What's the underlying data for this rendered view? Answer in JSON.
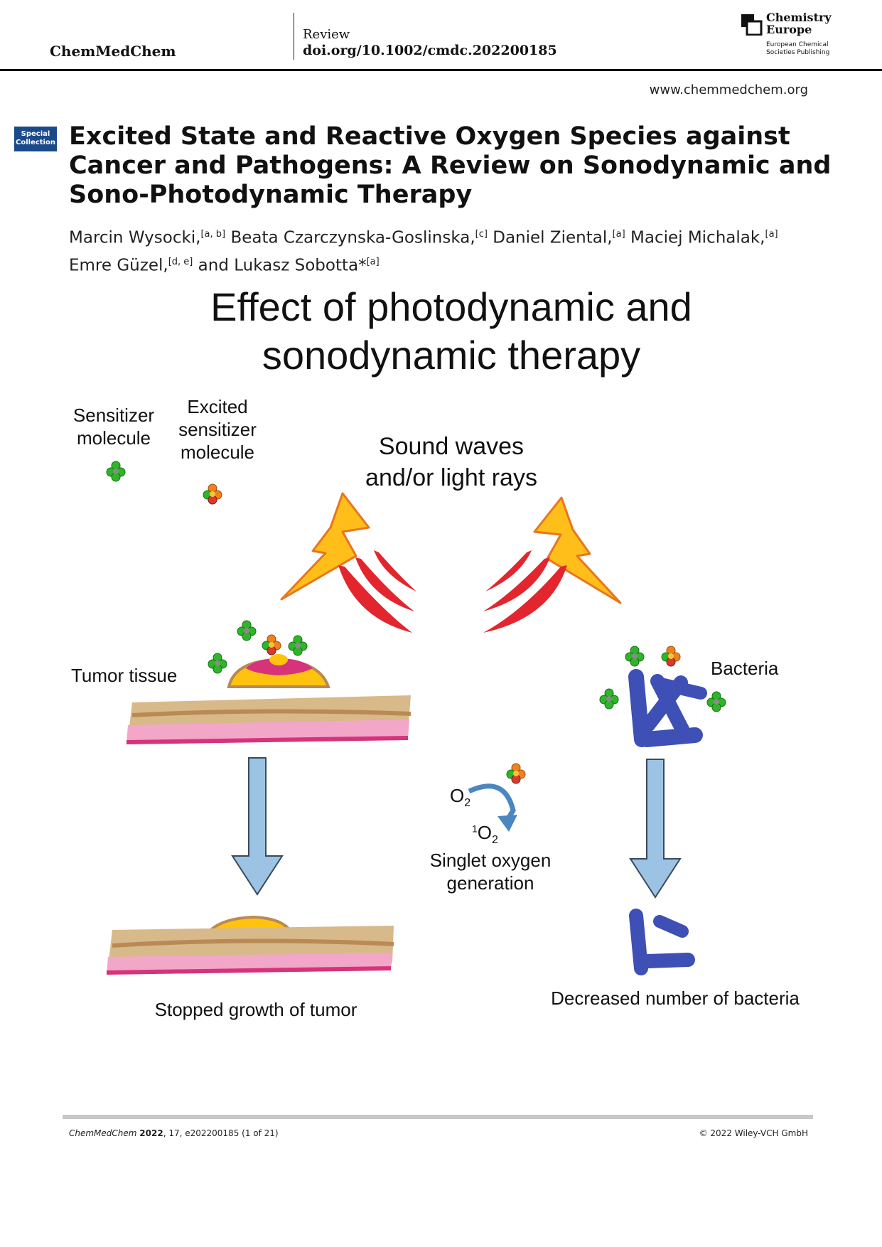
{
  "header": {
    "journal": "ChemMedChem",
    "article_type": "Review",
    "doi": "doi.org/10.1002/cmdc.202200185",
    "publisher_title_line1": "Chemistry",
    "publisher_title_line2": "Europe",
    "publisher_sub_line1": "European Chemical",
    "publisher_sub_line2": "Societies Publishing",
    "website": "www.chemmedchem.org"
  },
  "badge": {
    "line1": "Special",
    "line2": "Collection"
  },
  "article": {
    "title": "Excited State and Reactive Oxygen Species against Cancer and Pathogens: A Review on Sonodynamic and Sono-Photodynamic Therapy",
    "authors": [
      {
        "name": "Marcin Wysocki,",
        "aff": "[a, b]"
      },
      {
        "name": "Beata Czarczynska-Goslinska,",
        "aff": "[c]"
      },
      {
        "name": "Daniel Ziental,",
        "aff": "[a]"
      },
      {
        "name": "Maciej Michalak,",
        "aff": "[a]"
      },
      {
        "name": "Emre Güzel,",
        "aff": "[d, e]"
      },
      {
        "name": "and Lukasz Sobotta*",
        "aff": "[a]"
      }
    ]
  },
  "figure": {
    "title_line1": "Effect of photodynamic and",
    "title_line2": "sonodynamic therapy",
    "sensitizer_line1": "Sensitizer",
    "sensitizer_line2": "molecule",
    "excited_line1": "Excited",
    "excited_line2": "sensitizer",
    "excited_line3": "molecule",
    "sound_line1": "Sound waves",
    "sound_line2": "and/or light rays",
    "tumor_tissue": "Tumor tissue",
    "bacteria": "Bacteria",
    "o2": "O",
    "o2_sub": "2",
    "singlet_sup": "1",
    "singlet_o": "O",
    "singlet_sub": "2",
    "singlet_line1": "Singlet oxygen",
    "singlet_line2": "generation",
    "stopped_growth": "Stopped growth of tumor",
    "decreased_bacteria": "Decreased number of bacteria",
    "colors": {
      "tissue_top": "#d8b98a",
      "tissue_line": "#b98a55",
      "tissue_pink": "#f2a6c8",
      "tissue_magenta": "#d6337a",
      "tumor_yellow": "#ffc20e",
      "tumor_magenta": "#d6337a",
      "arrow_blue": "#9cc3e4",
      "bacteria_blue": "#3e4fb5",
      "bolt_yellow": "#ffbe1a",
      "bolt_orange": "#e8761c",
      "wave_red": "#e3262d",
      "molecule_green": "#2fb52a",
      "molecule_orange": "#f0811f"
    }
  },
  "footer": {
    "citation_journal": "ChemMedChem",
    "citation_year": "2022",
    "citation_rest": ", 17, e202200185 (1 of 21)",
    "copyright": "© 2022 Wiley-VCH GmbH"
  }
}
